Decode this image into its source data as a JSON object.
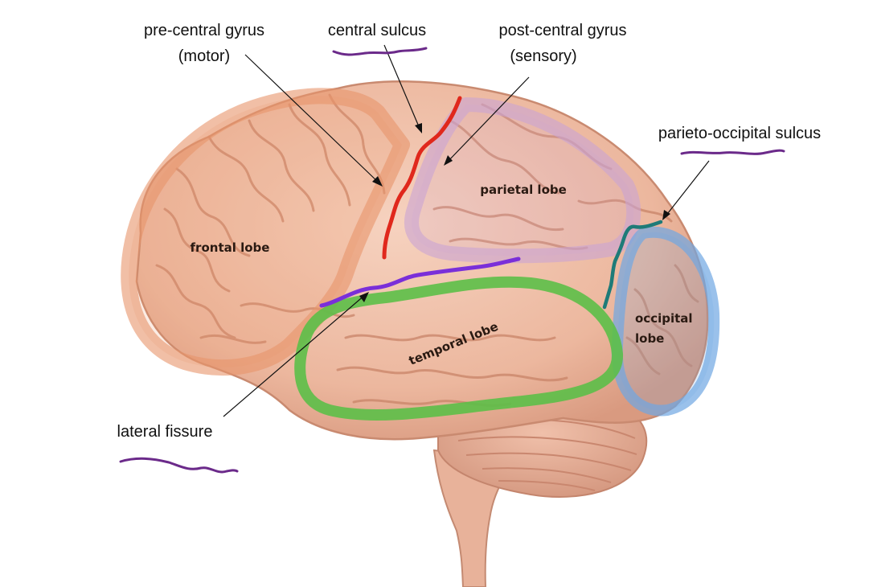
{
  "labels": {
    "precentral_line1": "pre-central gyrus",
    "precentral_line2": "(motor)",
    "central_sulcus": "central sulcus",
    "postcentral_line1": "post-central gyrus",
    "postcentral_line2": "(sensory)",
    "parieto_occipital": "parieto-occipital sulcus",
    "lateral_fissure": "lateral fissure"
  },
  "lobes": {
    "frontal": "frontal lobe",
    "parietal": "parietal lobe",
    "temporal": "temporal lobe",
    "occipital_line1": "occipital",
    "occipital_line2": "lobe"
  },
  "colors": {
    "frontal": "#e8956a",
    "parietal": "#c9a3d4",
    "temporal": "#5cbf48",
    "occipital": "#6fa6e2",
    "central_sulcus": "#e0281c",
    "lateral_fissure": "#7a2fd9",
    "parieto_occipital_sulcus": "#1e7b78",
    "underline": "#6b2a8a",
    "brain": "#efbfa6",
    "cerebellum": "#e6ad95",
    "brainstem": "#e9b39b"
  }
}
